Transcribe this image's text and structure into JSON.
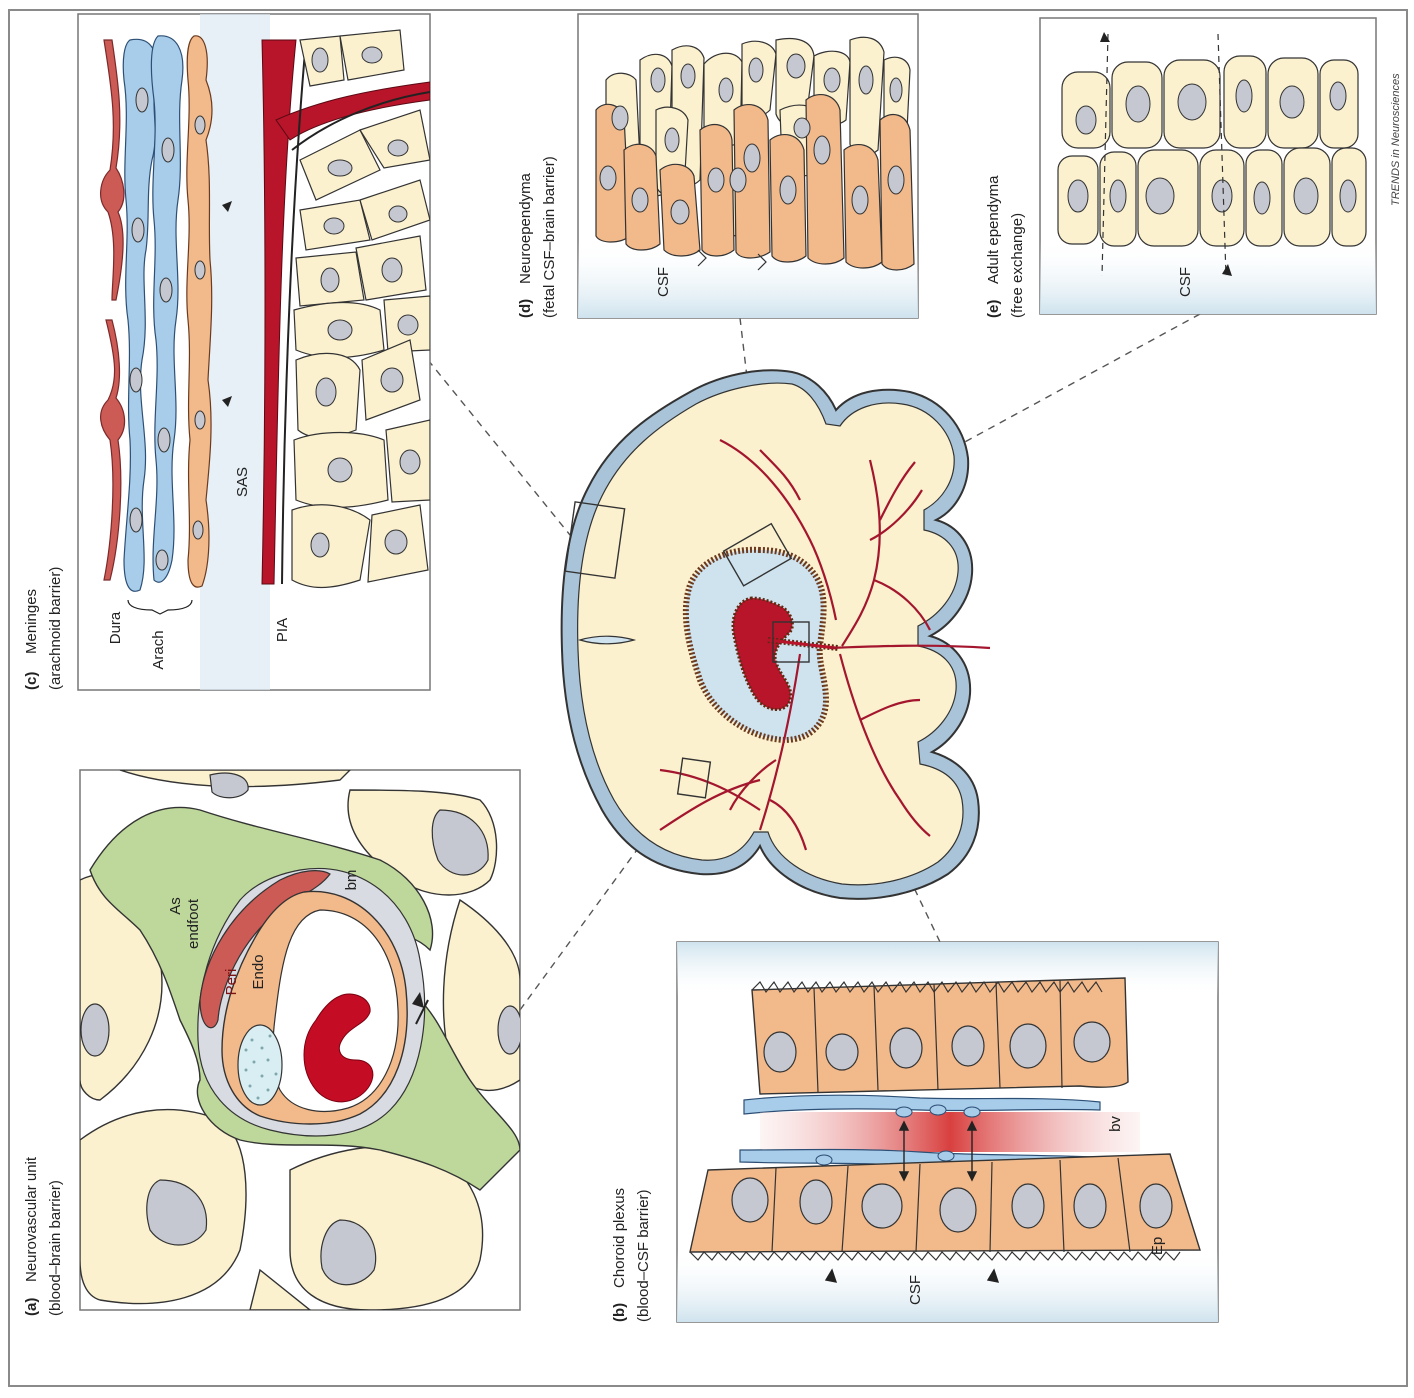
{
  "credit": "TRENDS in Neurosciences",
  "panels": {
    "a": {
      "letter": "(a)",
      "title": "Neurovascular unit",
      "subtitle": "(blood–brain barrier)",
      "labels": {
        "as": "As",
        "endfoot": "endfoot",
        "peri": "Peri",
        "endo": "Endo",
        "bm": "bm"
      }
    },
    "b": {
      "letter": "(b)",
      "title": "Choroid plexus",
      "subtitle": "(blood–CSF barrier)",
      "labels": {
        "bv": "bv",
        "ep": "Ep",
        "csf": "CSF"
      }
    },
    "c": {
      "letter": "(c)",
      "title": "Meninges",
      "subtitle": "(arachnoid barrier)",
      "labels": {
        "dura": "Dura",
        "arach": "Arach",
        "pia": "PIA",
        "sas": "SAS"
      }
    },
    "d": {
      "letter": "(d)",
      "title": "Neuroependyma",
      "subtitle": "(fetal CSF–brain barrier)",
      "labels": {
        "csf": "CSF"
      }
    },
    "e": {
      "letter": "(e)",
      "title": "Adult ependyma",
      "subtitle": "(free exchange)",
      "labels": {
        "csf": "CSF"
      }
    }
  },
  "colors": {
    "cell_cream": "#fbf1cf",
    "cell_orange": "#f2b98a",
    "nucleus_grey": "#c5c8d0",
    "arachnoid_blue": "#a8cdea",
    "vessel_red": "#b8142a",
    "dura_red": "#cc5a55",
    "astro_green": "#bdd89a",
    "csf_blue": "#d4e6f0",
    "outline": "#333333"
  }
}
